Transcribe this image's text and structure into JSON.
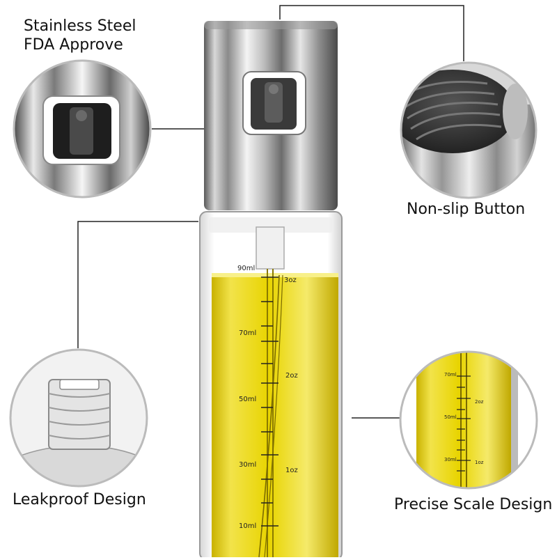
{
  "labels": {
    "stainless_line1": "Stainless Steel",
    "stainless_line2": "FDA Approve",
    "nonslip": "Non-slip Button",
    "leakproof": "Leakproof Design",
    "precise_scale": "Precise Scale Design"
  },
  "bottle_scale": {
    "ml_marks": [
      "90ml",
      "70ml",
      "50ml",
      "30ml",
      "10ml"
    ],
    "oz_marks": [
      "3oz",
      "2oz",
      "1oz"
    ]
  },
  "zoom_scale": {
    "ml_marks": [
      "70ml",
      "50ml",
      "30ml"
    ],
    "oz_marks": [
      "2oz",
      "1oz"
    ]
  },
  "colors": {
    "oil_yellow": "#e8d400",
    "steel_light": "#f2f2f2",
    "steel_dark": "#4a4a4a",
    "callout_line": "#222222"
  }
}
